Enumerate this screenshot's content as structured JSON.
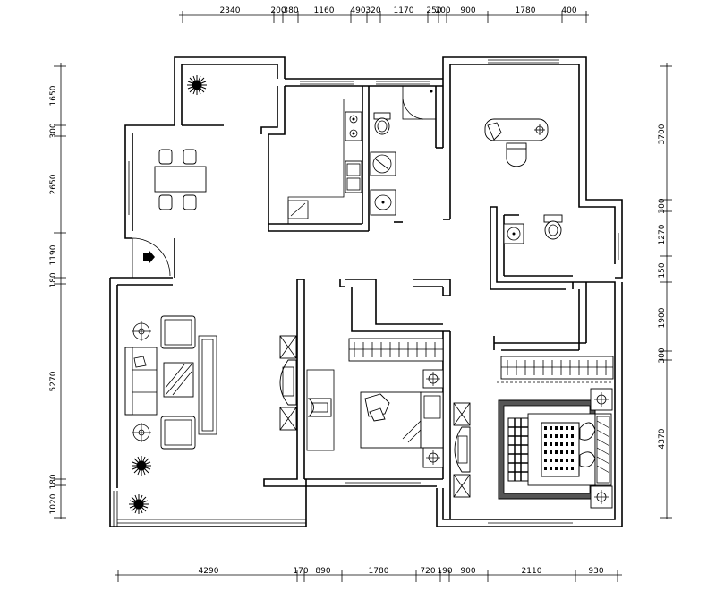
{
  "dimensions": {
    "top": [
      "2340",
      "200",
      "380",
      "1160",
      "490",
      "320",
      "1170",
      "250",
      "200",
      "900",
      "1780",
      "400"
    ],
    "bottom": [
      "4290",
      "170",
      "890",
      "1780",
      "720",
      "190",
      "900",
      "2110",
      "930"
    ],
    "left": [
      "1650",
      "300",
      "2650",
      "1190",
      "180",
      "5270",
      "180",
      "1020"
    ],
    "right": [
      "3700",
      "300",
      "1270",
      "150",
      "1900",
      "300",
      "4370"
    ]
  }
}
